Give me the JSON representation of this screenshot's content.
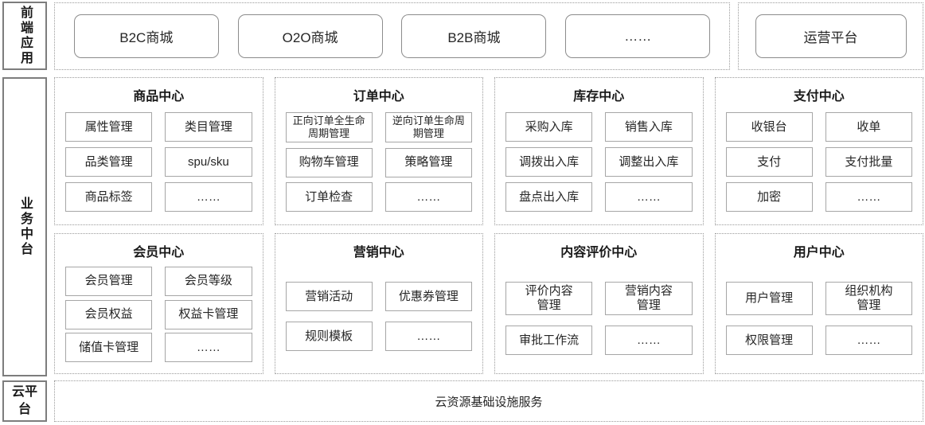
{
  "palette": {
    "background": "#ffffff",
    "text": "#262626",
    "title_text": "#1a1a1a",
    "solid_border": "#8c8c8c",
    "item_border": "#a6a6a6",
    "dashed_border": "#9a9a9a"
  },
  "frontend": {
    "label": "前端应用",
    "apps": [
      "B2C商城",
      "O2O商城",
      "B2B商城",
      "……"
    ],
    "ops_platform": "运营平台"
  },
  "middle": {
    "label": "业务中台",
    "centers": [
      {
        "title": "商品中心",
        "items": [
          "属性管理",
          "类目管理",
          "品类管理",
          "spu/sku",
          "商品标签",
          "……"
        ]
      },
      {
        "title": "订单中心",
        "items": [
          "正向订单全生命周期管理",
          "逆向订单生命周期管理",
          "购物车管理",
          "策略管理",
          "订单检查",
          "……"
        ]
      },
      {
        "title": "库存中心",
        "items": [
          "采购入库",
          "销售入库",
          "调拨出入库",
          "调整出入库",
          "盘点出入库",
          "……"
        ]
      },
      {
        "title": "支付中心",
        "items": [
          "收银台",
          "收单",
          "支付",
          "支付批量",
          "加密",
          "……"
        ]
      },
      {
        "title": "会员中心",
        "items": [
          "会员管理",
          "会员等级",
          "会员权益",
          "权益卡管理",
          "储值卡管理",
          "……"
        ]
      },
      {
        "title": "营销中心",
        "items": [
          "营销活动",
          "优惠券管理",
          "规则模板",
          "……"
        ]
      },
      {
        "title": "内容评价中心",
        "items": [
          "评价内容管理",
          "营销内容管理",
          "审批工作流",
          "……"
        ]
      },
      {
        "title": "用户中心",
        "items": [
          "用户管理",
          "组织机构管理",
          "权限管理",
          "……"
        ]
      }
    ]
  },
  "cloud": {
    "label": "云平台",
    "service": "云资源基础设施服务"
  }
}
